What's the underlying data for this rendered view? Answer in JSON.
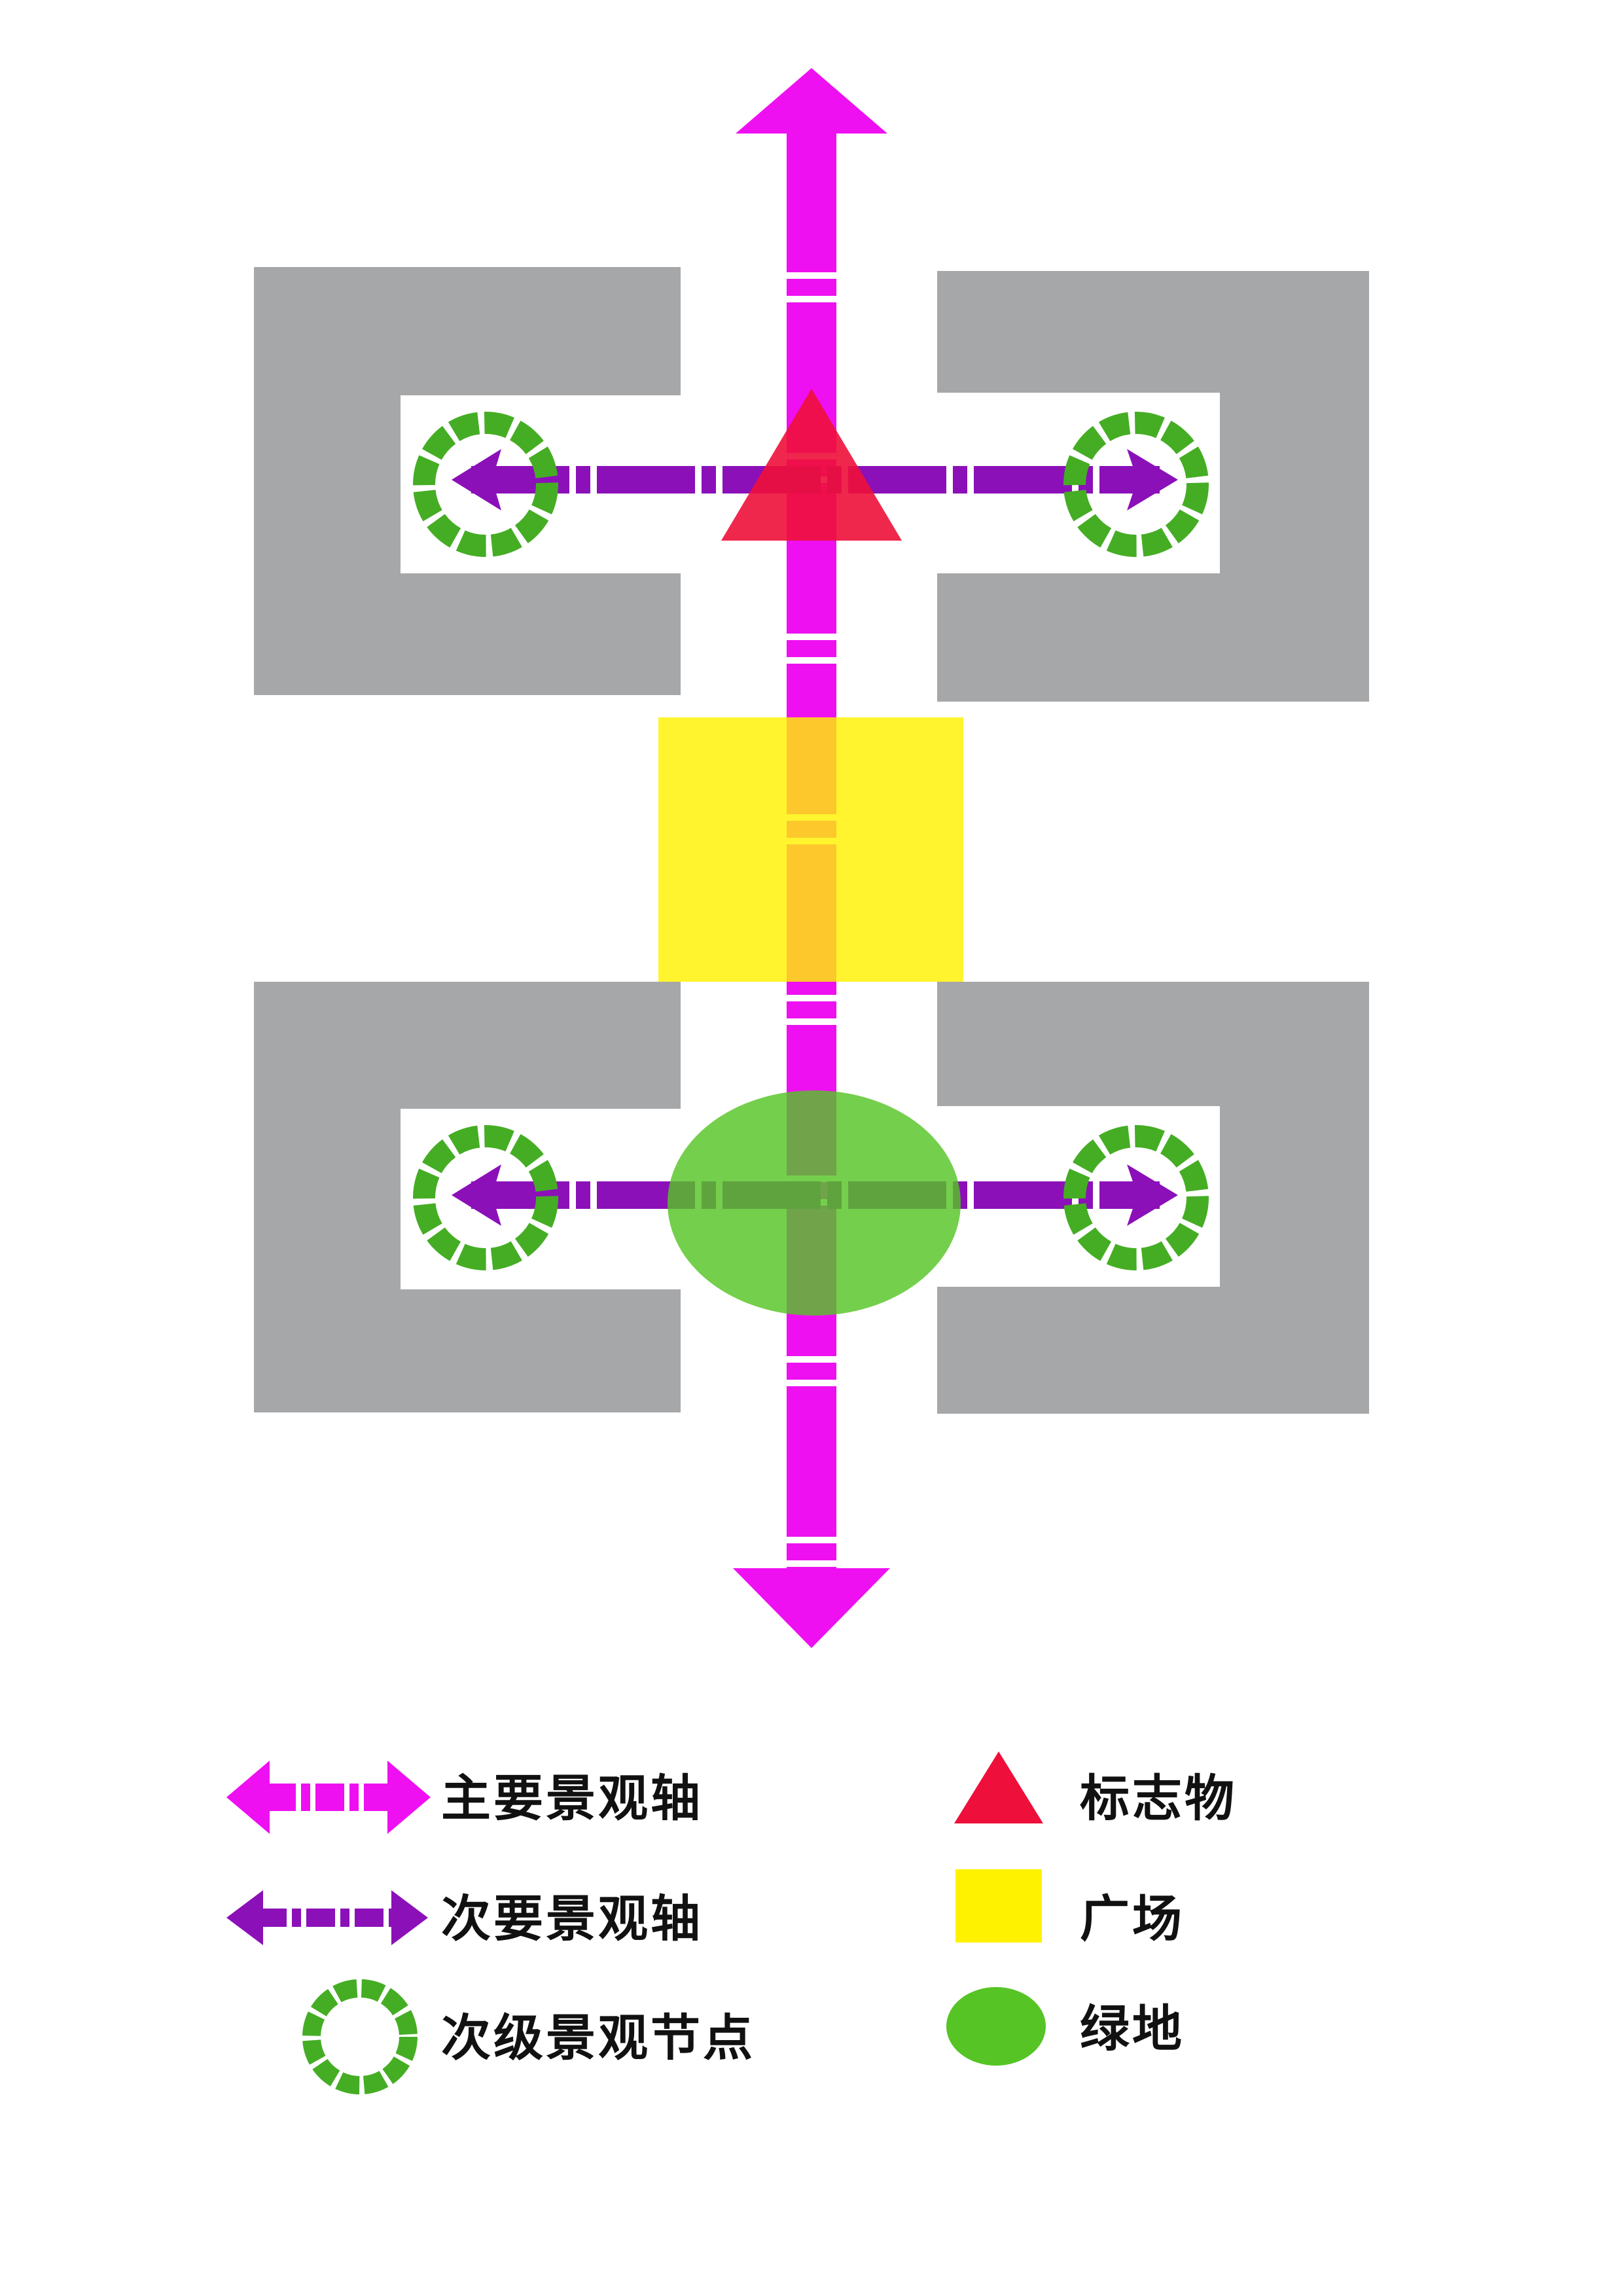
{
  "colors": {
    "background": "#ffffff",
    "building": "#a6a7a9",
    "primary_axis": "#ee10f0",
    "secondary_axis": "#8b10b8",
    "node_ring": "#45ad24",
    "landmark": "#ee0f3a",
    "plaza": "#fff200",
    "green_space": "#55c424"
  },
  "legend": {
    "primary_axis": {
      "label": "主要景观轴",
      "icon": "double-arrow-magenta-icon"
    },
    "secondary_axis": {
      "label": "次要景观轴",
      "icon": "double-arrow-purple-icon"
    },
    "secondary_node": {
      "label": "次级景观节点",
      "icon": "dashed-ring-green-icon"
    },
    "landmark": {
      "label": "标志物",
      "icon": "red-triangle-icon"
    },
    "plaza": {
      "label": "广场",
      "icon": "yellow-square-icon"
    },
    "green_space": {
      "label": "绿地",
      "icon": "green-ellipse-icon"
    }
  }
}
